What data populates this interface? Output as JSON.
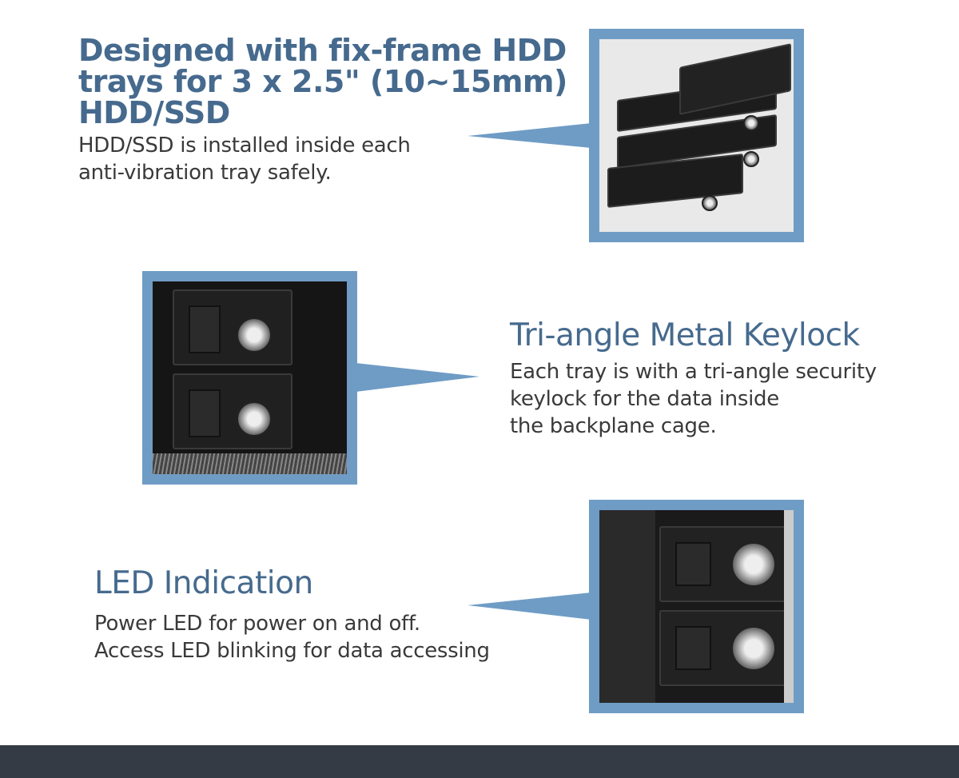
{
  "features": [
    {
      "heading_lines": [
        "Designed with fix-frame HDD",
        "trays for 3 x 2.5\" (10~15mm)",
        "HDD/SSD"
      ],
      "body_lines": [
        "HDD/SSD is installed inside each",
        "anti-vibration tray safely."
      ]
    },
    {
      "heading_lines": [
        "Tri-angle Metal Keylock"
      ],
      "body_lines": [
        "Each tray is with a tri-angle security",
        "keylock for the data inside",
        "the backplane cage."
      ]
    },
    {
      "heading_lines": [
        "LED Indication"
      ],
      "body_lines": [
        "Power LED for power on and off.",
        "Access LED blinking for data accessing"
      ]
    }
  ],
  "colors": {
    "heading": "#466a8e",
    "frame": "#6f9cc5",
    "footer": "#343b44"
  }
}
